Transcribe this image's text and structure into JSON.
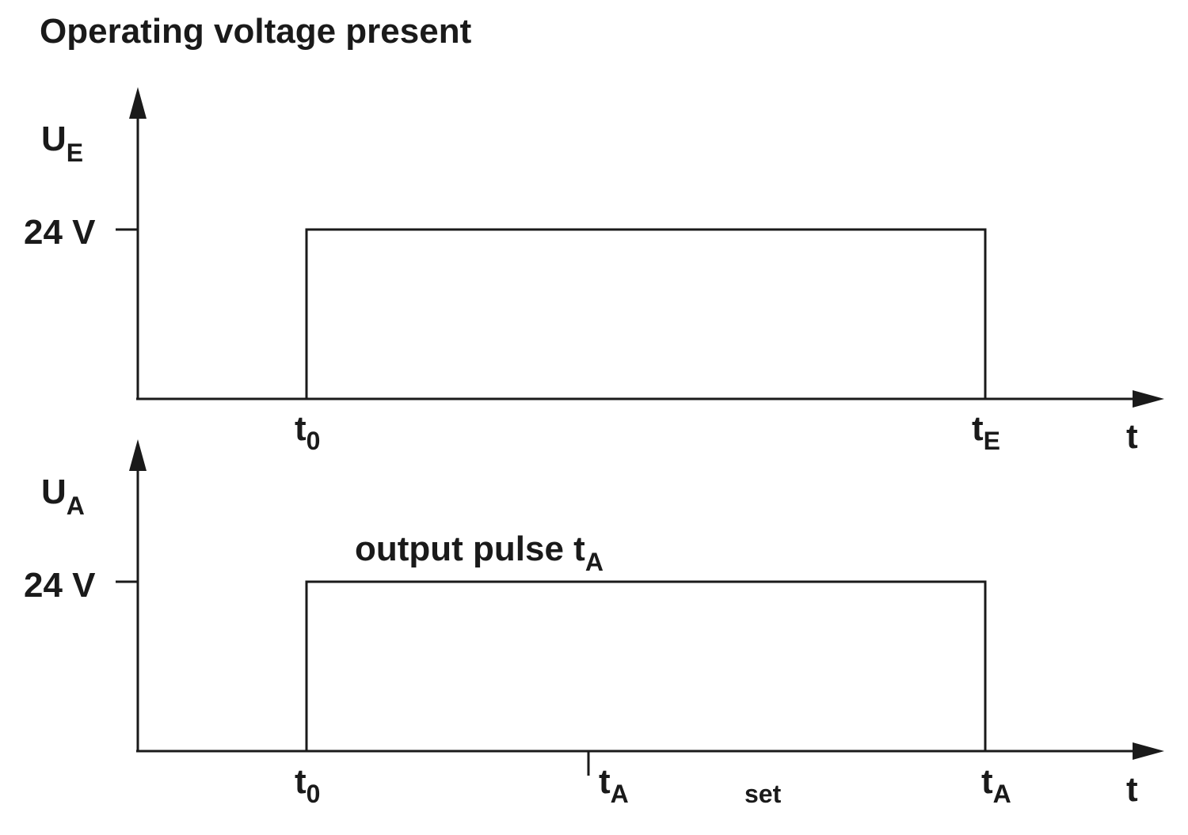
{
  "title": "Operating voltage present",
  "colors": {
    "ink": "#1a1a1a",
    "background": "#ffffff"
  },
  "top": {
    "y_label": "U",
    "y_label_sub": "E",
    "level_label": "24 V",
    "x_axis_label": "t",
    "t_start": "t",
    "t_start_sub": "0",
    "t_end": "t",
    "t_end_sub": "E"
  },
  "bottom": {
    "y_label": "U",
    "y_label_sub": "A",
    "level_label": "24 V",
    "x_axis_label": "t",
    "pulse_label": "output pulse t",
    "pulse_label_sub": "A",
    "t_start": "t",
    "t_start_sub": "0",
    "t_set": "t",
    "t_set_sub": "A",
    "t_set_suffix": "set",
    "t_end": "t",
    "t_end_sub": "A"
  }
}
